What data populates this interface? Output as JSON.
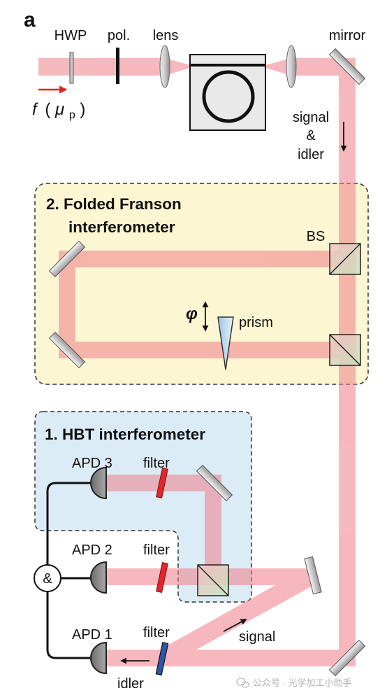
{
  "panel_label": "a",
  "top_labels": {
    "hwp": "HWP",
    "polarizer": "pol.",
    "lens": "lens",
    "mirror": "mirror"
  },
  "pump_label": {
    "symbol": "f",
    "open_paren": "(",
    "mu": "μ",
    "subscript": "p",
    "close_paren": ")"
  },
  "output_label": {
    "line1": "signal",
    "line2": "&",
    "line3": "idler"
  },
  "franson": {
    "title_line1": "2. Folded Franson",
    "title_line2": "interferometer",
    "beam_splitter": "BS",
    "phase_symbol": "φ",
    "prism": "prism"
  },
  "hbt": {
    "title": "1. HBT interferometer",
    "detectors": [
      {
        "label": "APD 3",
        "filter": "filter"
      },
      {
        "label": "APD 2",
        "filter": "filter"
      },
      {
        "label": "APD 1",
        "filter": "filter"
      }
    ],
    "coincidence_symbol": "&"
  },
  "beam_labels": {
    "signal": "signal",
    "idler": "idler"
  },
  "watermark": "公众号 · 光学加工小助手",
  "colors": {
    "beam": "#ef7f8a",
    "pump_arrow": "#e3231f",
    "franson_box": "#fcf6d2",
    "hbt_box": "#dcecf7",
    "filter_red": "#e0262c",
    "filter_blue": "#2d57a6"
  }
}
